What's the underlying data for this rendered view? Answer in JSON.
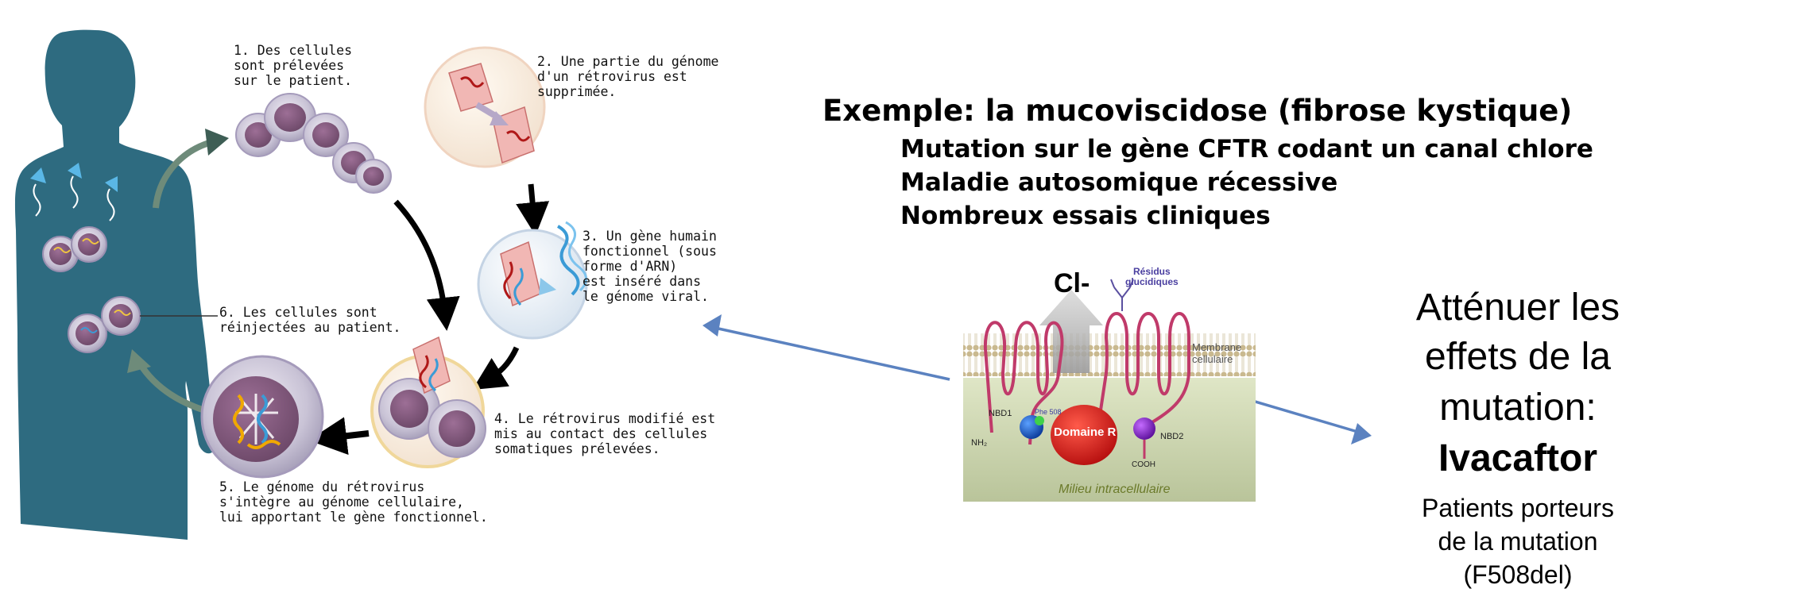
{
  "gene_therapy_steps": [
    "1. Des cellules\n    sont prélevées\n    sur le patient.",
    "2. Une partie du génome\n    d'un rétrovirus est\n    supprimée.",
    "3. Un gène humain\n    fonctionnel (sous\n    forme d'ARN)\n    est inséré dans\n    le génome viral.",
    "4. Le rétrovirus modifié est\n    mis au contact des cellules\n    somatiques prélevées.",
    "5. Le génome du rétrovirus\n    s'intègre au génome cellulaire,\n    lui apportant le gène fonctionnel.",
    "6. Les cellules sont\n    réinjectées au patient."
  ],
  "example": {
    "heading": "Exemple: la mucoviscidose (fibrose kystique)",
    "bullets": [
      "Mutation sur le gène CFTR codant un canal chlore",
      "Maladie autosomique récessive",
      "Nombreux essais cliniques"
    ]
  },
  "cftr_diagram": {
    "ion": "Cl-",
    "residues": "Résidus\nglucidiques",
    "membrane": "Membrane\ncellulaire",
    "nbd1": "NBD1",
    "nbd2": "NBD2",
    "nh2": "NH₂",
    "cooh": "COOH",
    "phe": "Phe 508",
    "domaine_r": "Domaine R",
    "milieu": "Milieu intracellulaire"
  },
  "treatment": {
    "line1": "Atténuer les",
    "line2": "effets de la",
    "line3": "mutation:",
    "drug": "Ivacaftor",
    "note1": "Patients porteurs",
    "note2": "de la mutation",
    "note3": "(F508del)"
  },
  "colors": {
    "body": "#2e6b80",
    "arrow_blue": "#5b82c0",
    "cell_purple": "#8a5f86",
    "rna_blue": "#3b9bd6",
    "membrane_tan": "#c7b68d",
    "loop_pink": "#c03a6a"
  }
}
